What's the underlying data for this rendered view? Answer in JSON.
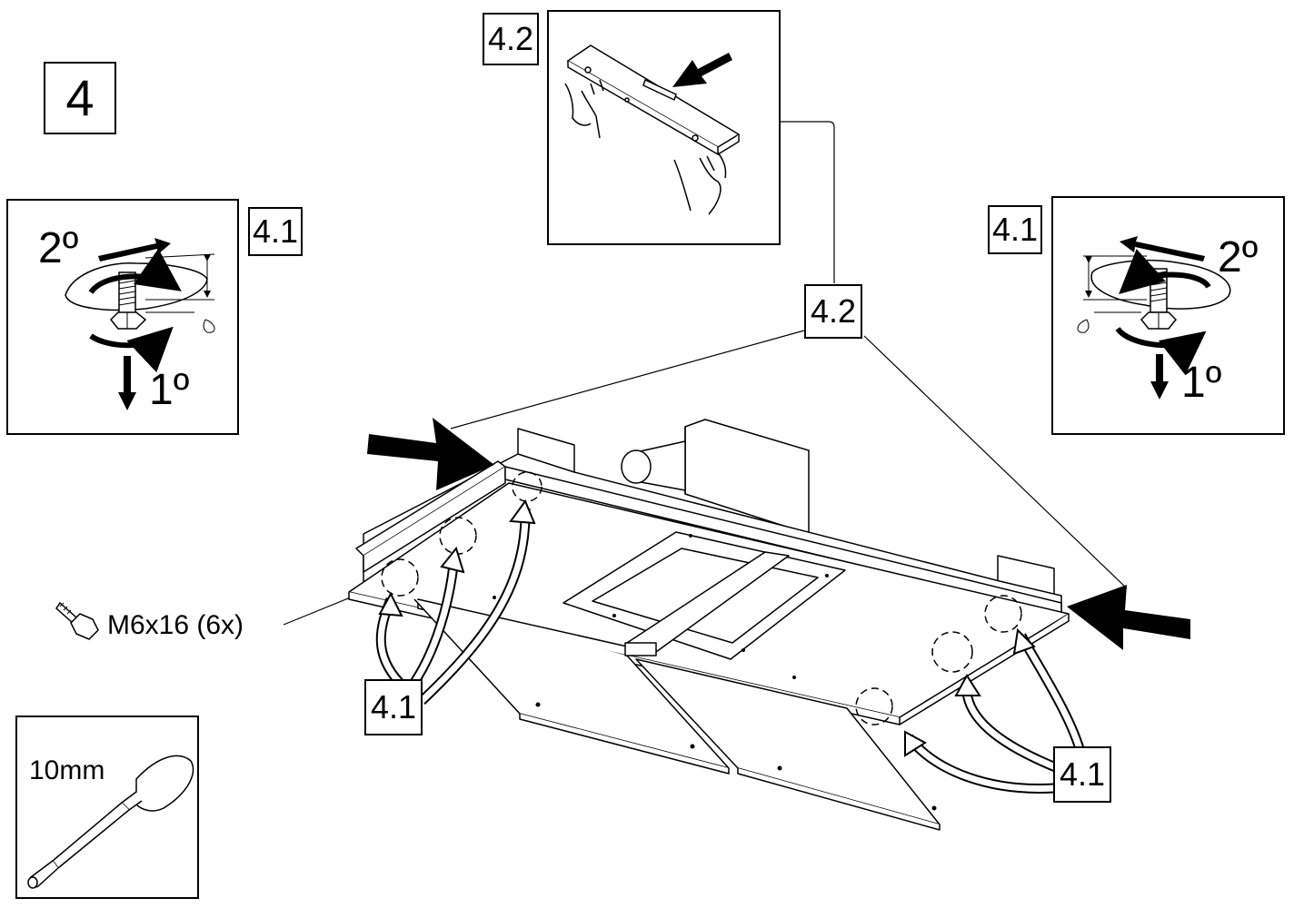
{
  "step": "4",
  "labels": {
    "sub_4_1": "4.1",
    "sub_4_2": "4.2"
  },
  "order": {
    "first": "1º",
    "second": "2º"
  },
  "screw": {
    "spec": "M6x16 (6x)"
  },
  "tool": {
    "size": "10mm"
  },
  "colors": {
    "ink": "#000000",
    "paper": "#ffffff"
  }
}
